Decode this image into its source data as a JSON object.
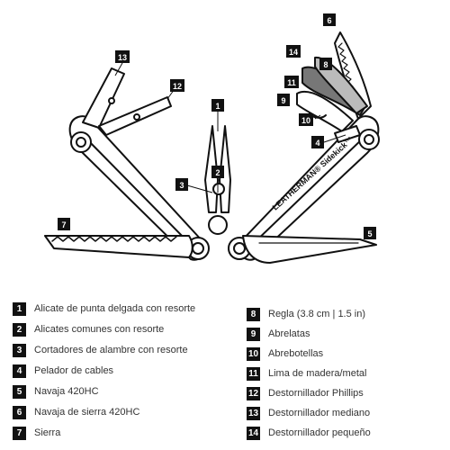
{
  "diagram": {
    "brand_text": "LEATHERMAN® Sidekick™",
    "callouts": [
      "1",
      "2",
      "3",
      "4",
      "5",
      "6",
      "7",
      "8",
      "9",
      "10",
      "11",
      "12",
      "13",
      "14"
    ]
  },
  "legend": {
    "left": [
      {
        "num": "1",
        "text": "Alicate de punta delgada con resorte"
      },
      {
        "num": "2",
        "text": "Alicates comunes con resorte"
      },
      {
        "num": "3",
        "text": "Cortadores de alambre con resorte"
      },
      {
        "num": "4",
        "text": "Pelador de cables"
      },
      {
        "num": "5",
        "text": "Navaja 420HC"
      },
      {
        "num": "6",
        "text": "Navaja de sierra 420HC"
      },
      {
        "num": "7",
        "text": "Sierra"
      }
    ],
    "right": [
      {
        "num": "8",
        "text": "Regla (3.8 cm | 1.5 in)"
      },
      {
        "num": "9",
        "text": "Abrelatas"
      },
      {
        "num": "10",
        "text": "Abrebotellas"
      },
      {
        "num": "11",
        "text": "Lima de madera/metal"
      },
      {
        "num": "12",
        "text": "Destornillador Phillips"
      },
      {
        "num": "13",
        "text": "Destornillador mediano"
      },
      {
        "num": "14",
        "text": "Destornillador pequeño"
      }
    ]
  },
  "colors": {
    "outline": "#111111",
    "badge_bg": "#111111",
    "badge_fg": "#ffffff",
    "text": "#333333"
  }
}
